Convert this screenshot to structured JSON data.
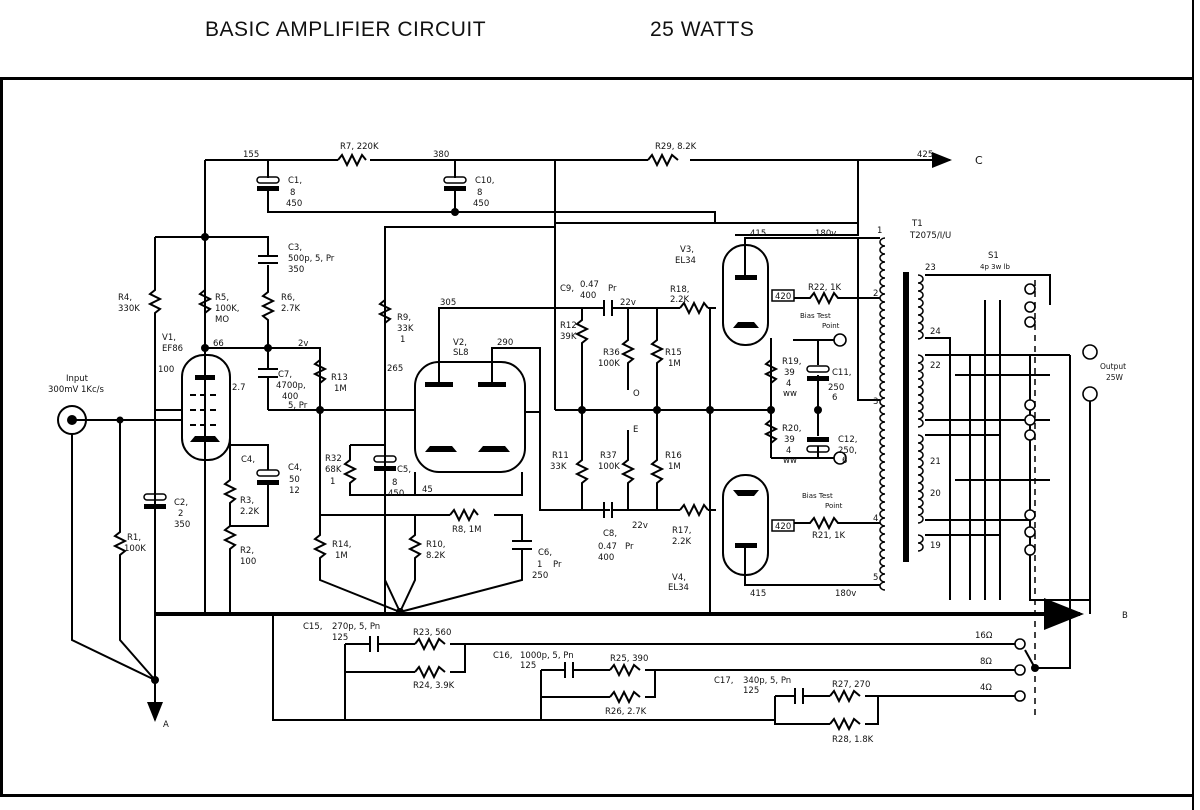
{
  "header": {
    "title": "BASIC AMPLIFIER CIRCUIT",
    "power": "25 WATTS"
  },
  "nodes": {
    "v155": "155",
    "v380": "380",
    "v425": "425",
    "out_c": "C",
    "v305": "305",
    "v290": "290",
    "v265": "265",
    "v66": "66",
    "v2v": "2v",
    "v45": "45",
    "v22a": "22v",
    "v22b": "22v",
    "v415a": "415",
    "v415b": "415",
    "v180a": "180v",
    "v180b": "180v",
    "out_b": "B",
    "out_a": "A",
    "pin_o": "O",
    "pin_e": "E",
    "v100": "100",
    "v27": "2.7"
  },
  "input": {
    "label": "Input",
    "spec": "300mV 1Kc/s"
  },
  "output": {
    "label": "Output",
    "power": "25W"
  },
  "tubes": [
    {
      "ref": "V1,",
      "type": "EF86"
    },
    {
      "ref": "V2,",
      "type": "SL8"
    },
    {
      "ref": "V3,",
      "type": "EL34"
    },
    {
      "ref": "V4,",
      "type": "EL34"
    }
  ],
  "transformer": {
    "ref": "T1",
    "part": "T2075/I/U",
    "taps": [
      "1",
      "2",
      "3",
      "4",
      "5",
      "23",
      "24",
      "22",
      "21",
      "20",
      "19"
    ]
  },
  "switch": {
    "ref": "S1",
    "spec": "4p 3w lb"
  },
  "impedances": [
    "16Ω",
    "8Ω",
    "4Ω"
  ],
  "resistors": {
    "R1": [
      "R1,",
      "100K"
    ],
    "R2": [
      "R2,",
      "100"
    ],
    "R3": [
      "R3,",
      "2.2K"
    ],
    "R4": [
      "R4,",
      "330K"
    ],
    "R5": [
      "R5,",
      "100K,",
      "MO"
    ],
    "R6": [
      "R6,",
      "2.7K"
    ],
    "R7": [
      "R7, 220K"
    ],
    "R8": [
      "R8, 1M"
    ],
    "R9": [
      "R9,",
      "33K",
      "1"
    ],
    "R10": [
      "R10,",
      "8.2K"
    ],
    "R11": [
      "R11",
      "33K"
    ],
    "R12": [
      "R12",
      "39K"
    ],
    "R13": [
      "R13",
      "1M"
    ],
    "R14": [
      "R14,",
      "1M"
    ],
    "R15": [
      "R15",
      "1M"
    ],
    "R16": [
      "R16",
      "1M"
    ],
    "R17": [
      "R17,",
      "2.2K"
    ],
    "R18": [
      "R18,",
      "2.2K"
    ],
    "R19": [
      "R19,",
      "39",
      "4",
      "ww"
    ],
    "R20": [
      "R20,",
      "39",
      "4",
      "ww"
    ],
    "R21": [
      "R21, 1K"
    ],
    "R22": [
      "R22, 1K"
    ],
    "R23": [
      "R23, 560"
    ],
    "R24": [
      "R24, 3.9K"
    ],
    "R25": [
      "R25, 390"
    ],
    "R26": [
      "R26, 2.7K"
    ],
    "R27": [
      "R27, 270"
    ],
    "R28": [
      "R28, 1.8K"
    ],
    "R29": [
      "R29, 8.2K"
    ],
    "R32": [
      "R32",
      "68K",
      "1"
    ],
    "R36": [
      "R36",
      "100K"
    ],
    "R37": [
      "R37",
      "100K"
    ]
  },
  "capacitors": {
    "C1": [
      "C1,",
      "8",
      "450"
    ],
    "C2": [
      "C2,",
      "2",
      "350"
    ],
    "C3": [
      "C3,",
      "500p, 5, Pr",
      "350"
    ],
    "C4": [
      "C4,",
      "50",
      "12"
    ],
    "C5": [
      "C5,",
      "8",
      "450"
    ],
    "C6": [
      "C6,",
      "1",
      "250",
      "Pr"
    ],
    "C7": [
      "C7,",
      "4700p,",
      "400",
      "5, Pr"
    ],
    "C8": [
      "C8,",
      "0.47",
      "400",
      "Pr"
    ],
    "C9": [
      "C9,",
      "0.47",
      "400",
      "Pr"
    ],
    "C10": [
      "C10,",
      "8",
      "450"
    ],
    "C11": [
      "C11,",
      "250",
      "6"
    ],
    "C12": [
      "C12,",
      "250,",
      "6"
    ],
    "C15": [
      "C15,",
      "270p, 5, Pn",
      "125"
    ],
    "C16": [
      "C16,",
      "1000p, 5, Pn",
      "125"
    ],
    "C17": [
      "C17,",
      "340p, 5, Pn",
      "125"
    ]
  },
  "misc": {
    "r420a": "420",
    "r420b": "420",
    "bias1": [
      "Bias Test",
      "Point"
    ],
    "bias2": [
      "Bias Test",
      "Point"
    ]
  }
}
